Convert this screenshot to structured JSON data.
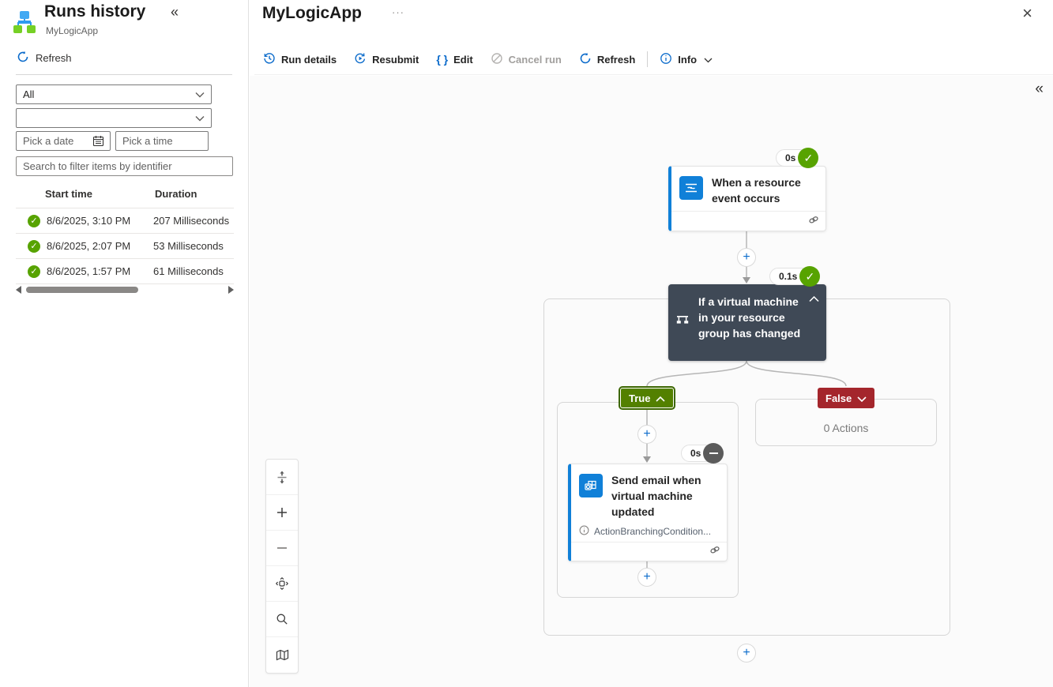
{
  "sidebar": {
    "title": "Runs history",
    "subtitle": "MyLogicApp",
    "collapse_glyph": "«",
    "refresh_label": "Refresh",
    "filters": {
      "status_value": "All",
      "type_value": "",
      "date_placeholder": "Pick a date",
      "time_placeholder": "Pick a time",
      "search_placeholder": "Search to filter items by identifier"
    },
    "table": {
      "columns": [
        "Start time",
        "Duration"
      ],
      "rows": [
        {
          "status": "succeeded",
          "start_time": "8/6/2025, 3:10 PM",
          "duration": "207 Milliseconds"
        },
        {
          "status": "succeeded",
          "start_time": "8/6/2025, 2:07 PM",
          "duration": "53 Milliseconds"
        },
        {
          "status": "succeeded",
          "start_time": "8/6/2025, 1:57 PM",
          "duration": "61 Milliseconds"
        }
      ]
    }
  },
  "header": {
    "title": "MyLogicApp",
    "more_glyph": "···",
    "close_glyph": "×"
  },
  "toolbar": {
    "run_details_label": "Run details",
    "resubmit_label": "Resubmit",
    "edit_label": "Edit",
    "edit_icon_glyph": "{ }",
    "cancel_run_label": "Cancel run",
    "refresh_label": "Refresh",
    "info_label": "Info"
  },
  "canvas": {
    "collapse_glyph": "«"
  },
  "workflow": {
    "trigger": {
      "title": "When a resource event occurs",
      "duration": "0s",
      "status": "succeeded"
    },
    "condition": {
      "title": "If a virtual machine in your resource group has changed",
      "duration": "0.1s",
      "status": "succeeded"
    },
    "true_branch": {
      "label": "True"
    },
    "false_branch": {
      "label": "False",
      "empty_text": "0 Actions"
    },
    "action": {
      "title": "Send email when virtual machine updated",
      "note": "ActionBranchingCondition...",
      "duration": "0s",
      "status": "skipped"
    }
  },
  "icons": {
    "check": "✓",
    "plus": "+"
  },
  "colors": {
    "accent": "#0078d4",
    "success_green": "#57a300",
    "skipped_gray": "#5b5b5b",
    "condition_bg": "#3f4956",
    "true_green": "#538000",
    "false_red": "#a4262c"
  }
}
